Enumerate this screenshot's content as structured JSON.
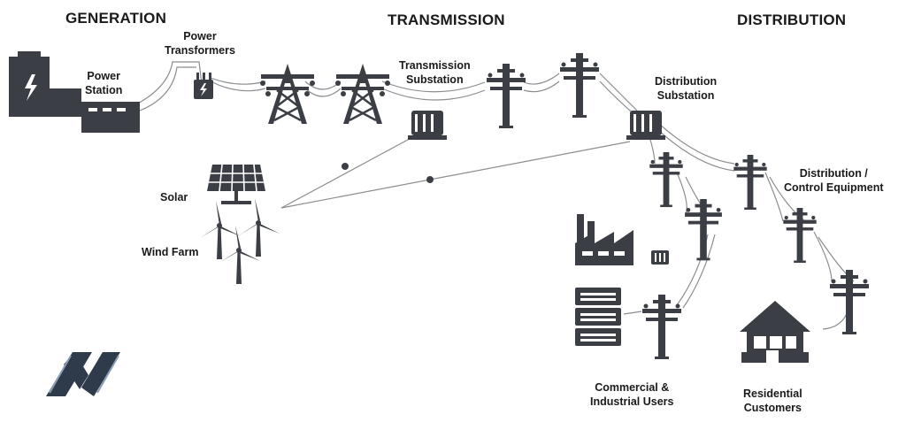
{
  "headers": {
    "generation": "GENERATION",
    "transmission": "TRANSMISSION",
    "distribution": "DISTRIBUTION"
  },
  "labels": {
    "power_station": [
      "Power",
      "Station"
    ],
    "power_transformers": [
      "Power",
      "Transformers"
    ],
    "transmission_substation": [
      "Transmission",
      "Substation"
    ],
    "distribution_substation": [
      "Distribution",
      "Substation"
    ],
    "distribution_control": [
      "Distribution /",
      "Control Equipment"
    ],
    "solar": "Solar",
    "wind_farm": "Wind Farm",
    "commercial_industrial": [
      "Commercial &",
      "Industrial Users"
    ],
    "residential": [
      "Residential",
      "Customers"
    ]
  },
  "colors": {
    "icon": "#3b3f45",
    "logo": "#2f3a4a",
    "wire": "#8a8d91"
  }
}
